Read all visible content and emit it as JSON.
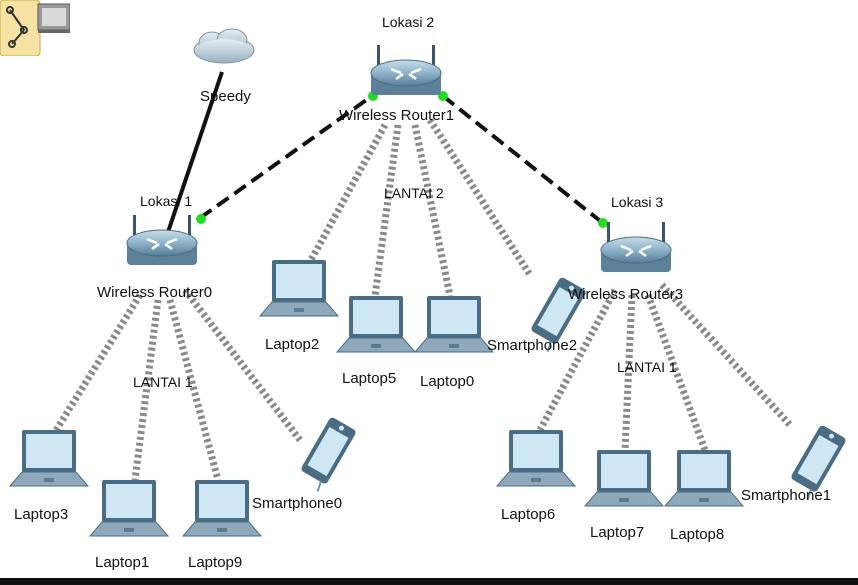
{
  "tools": {
    "note_icon": "note-tool-icon"
  },
  "cloud": {
    "label": "Speedy",
    "icon": "cloud-icon"
  },
  "location_labels": {
    "lokasi1": "Lokasi 1",
    "lokasi2": "Lokasi 2",
    "lokasi3": "Lokasi 3"
  },
  "floor_labels": {
    "lantai1_left": "LANTAI 1",
    "lantai2": "LANTAI 2",
    "lantai1_right": "LANTAI 1"
  },
  "routers": [
    {
      "id": "r0",
      "label": "Wireless Router0"
    },
    {
      "id": "r1",
      "label": "Wireless Router1"
    },
    {
      "id": "r3",
      "label": "Wireless Router3"
    }
  ],
  "laptops": [
    {
      "id": "laptop3",
      "label": "Laptop3"
    },
    {
      "id": "laptop1",
      "label": "Laptop1"
    },
    {
      "id": "laptop9",
      "label": "Laptop9"
    },
    {
      "id": "laptop2",
      "label": "Laptop2"
    },
    {
      "id": "laptop5",
      "label": "Laptop5"
    },
    {
      "id": "laptop0",
      "label": "Laptop0"
    },
    {
      "id": "laptop6",
      "label": "Laptop6"
    },
    {
      "id": "laptop7",
      "label": "Laptop7"
    },
    {
      "id": "laptop8",
      "label": "Laptop8"
    }
  ],
  "smartphones": [
    {
      "id": "smartphone0",
      "label": "Smartphone0"
    },
    {
      "id": "smartphone2",
      "label": "Smartphone2"
    },
    {
      "id": "smartphone1",
      "label": "Smartphone1"
    }
  ],
  "colors": {
    "link": "#111111",
    "port_up": "#22dd22",
    "router_body": "#8fb3c9",
    "laptop_screen": "#cfe6f5",
    "wireless": "#9a9a9a"
  }
}
